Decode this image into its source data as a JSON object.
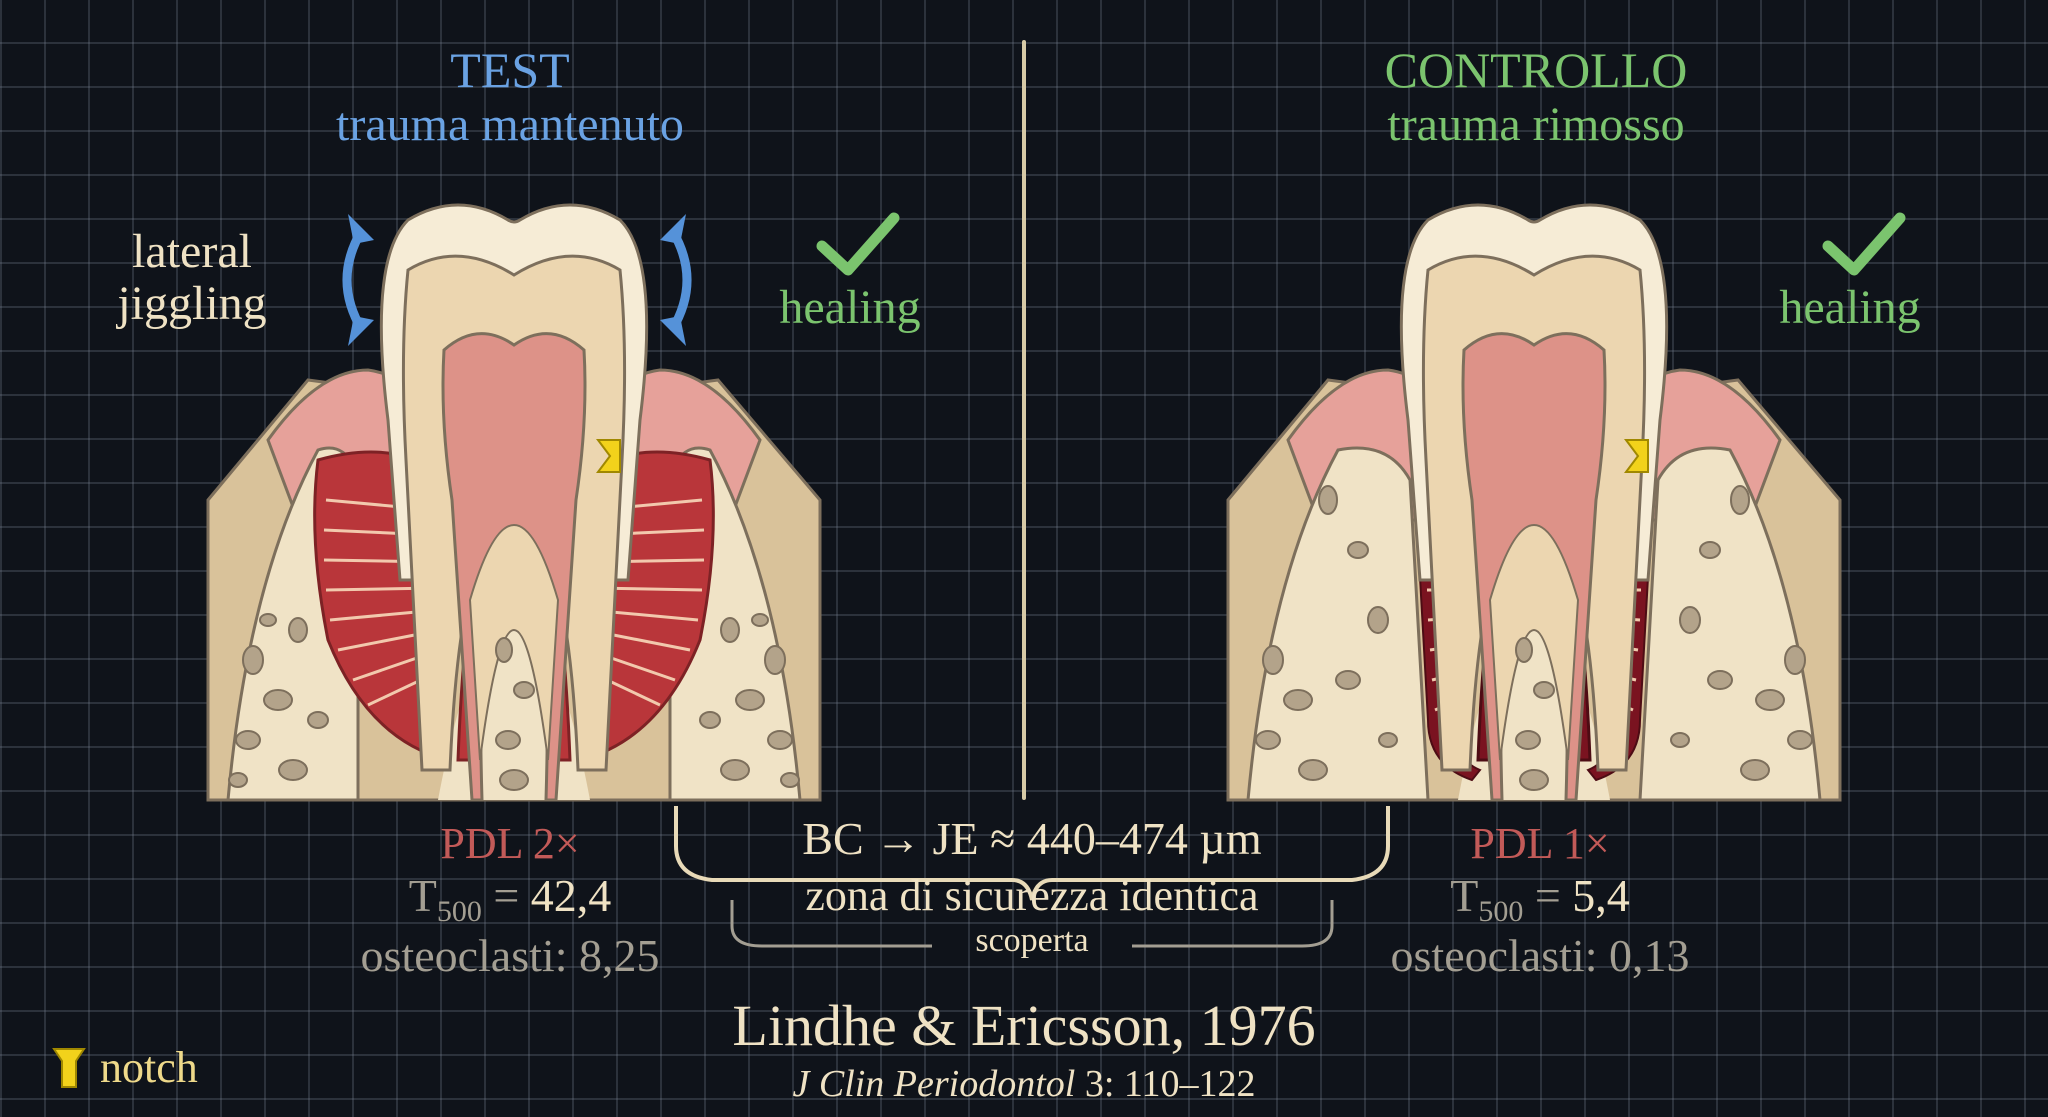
{
  "colors": {
    "background": "#0f131a",
    "test_accent": "#6aa2e3",
    "control_accent": "#7bc46e",
    "pdl_red": "#c25a58",
    "cream_text": "#efe2c4",
    "grey_text": "#a39e92",
    "notch_yellow": "#f2d21b"
  },
  "test_panel": {
    "title": "TEST",
    "subtitle": "trauma mantenuto",
    "force_label_line1": "lateral",
    "force_label_line2": "jiggling",
    "healing_label": "healing",
    "pdl_label": "PDL 2×",
    "t500_label": "T",
    "t500_sub": "500",
    "t500_eq": " = ",
    "t500_value": "42,4",
    "osteoclasts_label": "osteoclasti: ",
    "osteoclasts_value": "8,25"
  },
  "control_panel": {
    "title": "CONTROLLO",
    "subtitle": "trauma rimosso",
    "healing_label": "healing",
    "pdl_label": "PDL 1×",
    "t500_label": "T",
    "t500_sub": "500",
    "t500_eq": " = ",
    "t500_value": "5,4",
    "osteoclasts_label": "osteoclasti: ",
    "osteoclasts_value": "0,13"
  },
  "center_brace": {
    "measurement": "BC → JE ≈ 440–474 µm",
    "zone_label": "zona di sicurezza identica",
    "sub_label": "scoperta"
  },
  "citation": {
    "authors": "Lindhe & Ericsson, 1976",
    "journal": "J Clin Periodontol",
    "volume_pages": " 3: 110–122"
  },
  "legend": {
    "notch_label": "notch",
    "notch_icon": "notch-marker-icon"
  },
  "icons": {
    "force_arrows": "curved-double-arrow-icon",
    "healing": "checkmark-icon",
    "notch": "notch-marker-icon"
  }
}
